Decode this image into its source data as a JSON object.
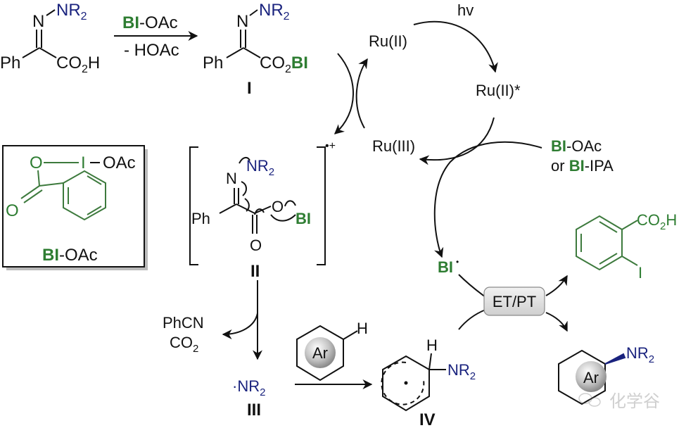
{
  "colors": {
    "text": "#111111",
    "amine": "#1a237e",
    "bi_reagent": "#2e7d32",
    "etpt_box": "#dcdcdc",
    "ar_sphere": "#bdbdbd"
  },
  "reaction_top": {
    "reagent_top": "BI",
    "reagent_top_suffix": "-OAc",
    "reagent_bottom": "- HOAc",
    "sm": {
      "nr2": "NR",
      "nr2_sub": "2",
      "n": "N",
      "ph": "Ph",
      "acid": "CO",
      "acid_sub": "2",
      "acid_h": "H"
    },
    "int1": {
      "nr2": "NR",
      "nr2_sub": "2",
      "n": "N",
      "ph": "Ph",
      "ester": "CO",
      "ester_sub": "2",
      "ester_bi": "BI",
      "label": "I"
    }
  },
  "photocycle": {
    "hv": "hv",
    "ru2": "Ru(II)",
    "ru2_star": "Ru(II)*",
    "ru3": "Ru(III)",
    "oxidant_line1_bi": "BI",
    "oxidant_line1_rest": "-OAc",
    "oxidant_line2_or": "or ",
    "oxidant_line2_bi": "BI",
    "oxidant_line2_rest": "-IPA"
  },
  "bioac_box": {
    "o_ring": "O",
    "iodine": "I",
    "oac": "OAc",
    "o_carbonyl": "O",
    "label_bi": "BI",
    "label_rest": "-OAc"
  },
  "int2": {
    "nr2": "NR",
    "nr2_sub": "2",
    "n": "N",
    "ph": "Ph",
    "o_ester": "O",
    "o_carbonyl": "O",
    "bi": "BI",
    "charge": "•+",
    "label": "II"
  },
  "fragmentation": {
    "byproduct1": "PhCN",
    "byproduct2": "CO",
    "byproduct2_sub": "2"
  },
  "int3": {
    "dot": "·",
    "nr2": "NR",
    "nr2_sub": "2",
    "label": "III"
  },
  "arene": {
    "ar": "Ar",
    "h": "H"
  },
  "int4": {
    "h": "H",
    "nr2": "NR",
    "nr2_sub": "2",
    "label": "IV"
  },
  "bi_radical": {
    "bi": "BI",
    "dot": "•"
  },
  "etpt": {
    "label": "ET/PT"
  },
  "iodobenzoic": {
    "acid": "CO",
    "acid_sub": "2",
    "acid_h": "H",
    "iodine": "I"
  },
  "product": {
    "ar": "Ar",
    "nr2": "NR",
    "nr2_sub": "2"
  },
  "watermark": {
    "text": "化学谷"
  }
}
